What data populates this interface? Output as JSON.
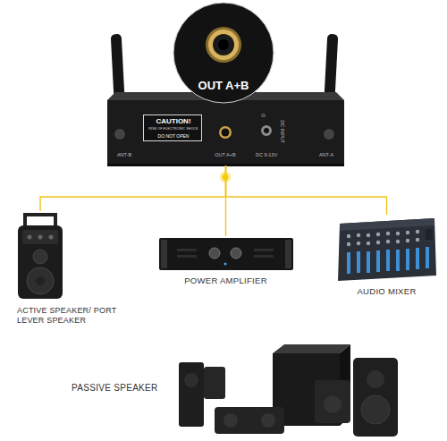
{
  "diagram": {
    "nodes": [
      {
        "text": [
          "OUT A+B"
        ]
      },
      {
        "text": [
          "ANT-B",
          "OUT A+B",
          "DC 9-13V",
          "DC INPUT",
          "ANT-A"
        ]
      },
      {
        "text": [
          "CAUTION!",
          "RISK OF ELECTRONIC SHOCK",
          "DO NOT OPEN"
        ],
        "in": 1
      },
      {
        "text": [
          "ACTIVE SPEAKER/ PORT LEVER SPEAKER"
        ]
      },
      {
        "text": [
          "POWER AMPLIFIER"
        ]
      },
      {
        "text": [
          "AUDIO MIXER"
        ]
      },
      {
        "text": [
          "PASSIVE SPEAKER"
        ]
      }
    ],
    "edges": [
      {
        "from": 1,
        "to": 3,
        "arrow": "none"
      },
      {
        "from": 1,
        "to": 4,
        "arrow": "none"
      },
      {
        "from": 1,
        "to": 5,
        "arrow": "none"
      }
    ]
  }
}
